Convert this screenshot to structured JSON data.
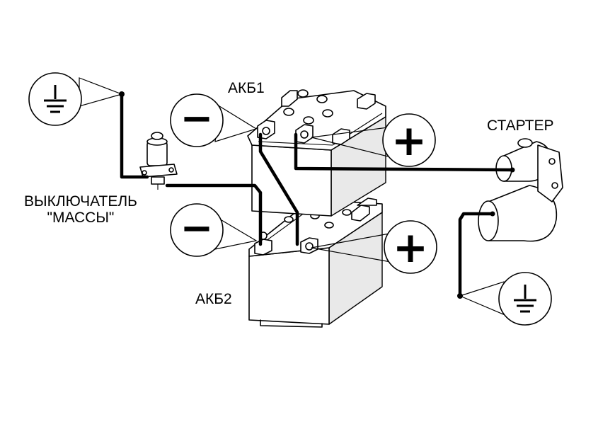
{
  "labels": {
    "battery1": "АКБ1",
    "battery2": "АКБ2",
    "starter": "СТАРТЕР",
    "switch_line1": "ВЫКЛЮЧАТЕЛЬ",
    "switch_line2": "\"МАССЫ\""
  },
  "symbols": {
    "plus": "+",
    "minus": "−",
    "ground": "ground-icon"
  },
  "colors": {
    "line": "#000000",
    "background": "#ffffff"
  }
}
